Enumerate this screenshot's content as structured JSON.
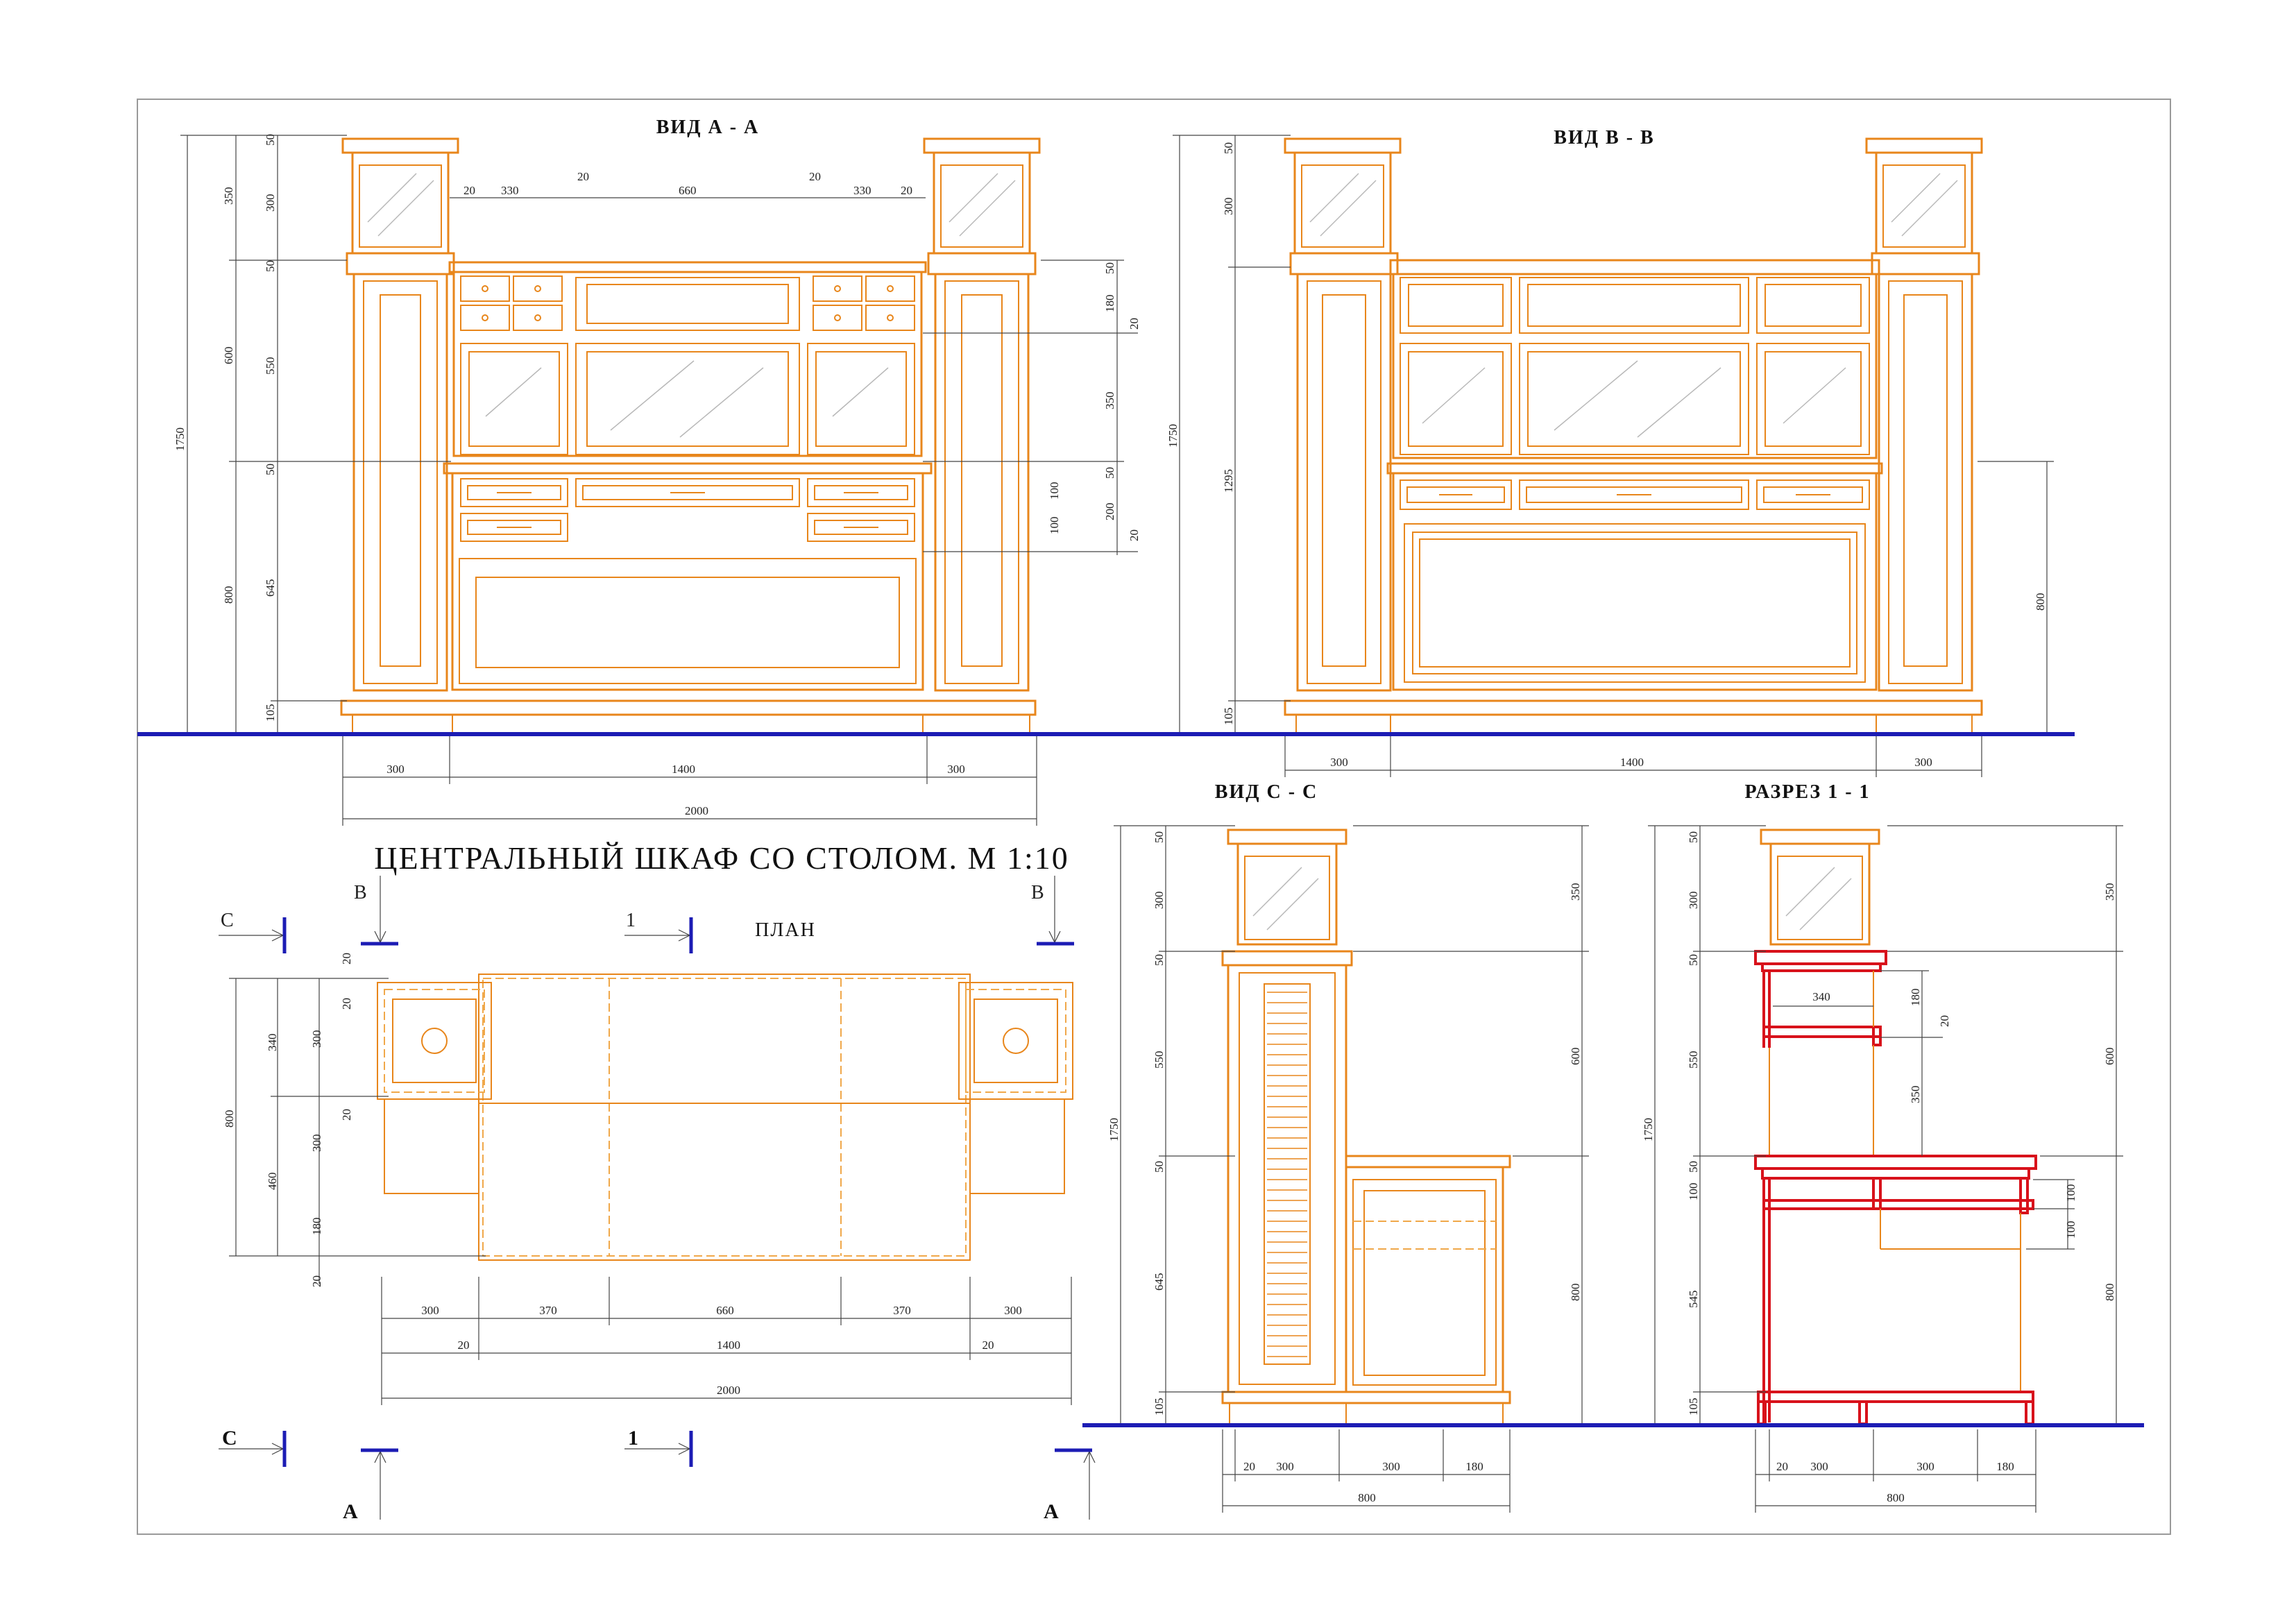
{
  "sheet": {
    "main_title": "ЦЕНТРАЛЬНЫЙ  ШКАФ  СО  СТОЛОМ. М 1:10",
    "plan_label": "ПЛАН"
  },
  "views": {
    "view_a": "ВИД  А - А",
    "view_b": "ВИД  В - В",
    "view_c": "ВИД  С - С",
    "section_1": "РАЗРЕЗ  1 - 1"
  },
  "cut_marks": {
    "c": "С",
    "b": "В",
    "one": "1",
    "a": "А"
  },
  "dims_a": {
    "left": [
      "50",
      "350",
      "300",
      "50",
      "600",
      "550",
      "50",
      "1750",
      "800",
      "645",
      "105"
    ],
    "top": [
      "20",
      "330",
      "20",
      "660",
      "20",
      "330",
      "20"
    ],
    "right": [
      "50",
      "180",
      "20",
      "350",
      "50",
      "100",
      "100",
      "200",
      "20"
    ],
    "bottom": [
      "300",
      "1400",
      "300",
      "2000"
    ]
  },
  "dims_b": {
    "left": [
      "50",
      "300",
      "1750",
      "1295",
      "105"
    ],
    "right": [
      "800"
    ],
    "bottom": [
      "300",
      "1400",
      "300"
    ]
  },
  "dims_plan": {
    "left": [
      "20",
      "20",
      "340",
      "300",
      "20",
      "800",
      "300",
      "460",
      "180",
      "20"
    ],
    "bottom": [
      "300",
      "370",
      "660",
      "370",
      "300",
      "20",
      "1400",
      "20",
      "2000"
    ]
  },
  "dims_c": {
    "left": [
      "50",
      "300",
      "50",
      "1750",
      "550",
      "50",
      "645",
      "105"
    ],
    "right": [
      "350",
      "600",
      "800"
    ],
    "bottom": [
      "20",
      "300",
      "300",
      "180",
      "800"
    ]
  },
  "dims_s": {
    "left": [
      "50",
      "300",
      "50",
      "1750",
      "550",
      "50",
      "100",
      "545",
      "105"
    ],
    "inner": [
      "340",
      "180",
      "20",
      "350",
      "100",
      "100"
    ],
    "right": [
      "350",
      "600",
      "800"
    ],
    "bottom": [
      "20",
      "300",
      "300",
      "180",
      "800"
    ]
  },
  "colors": {
    "outline": "#e8861b",
    "ground": "#1c1cb4",
    "section": "#d8121b"
  }
}
